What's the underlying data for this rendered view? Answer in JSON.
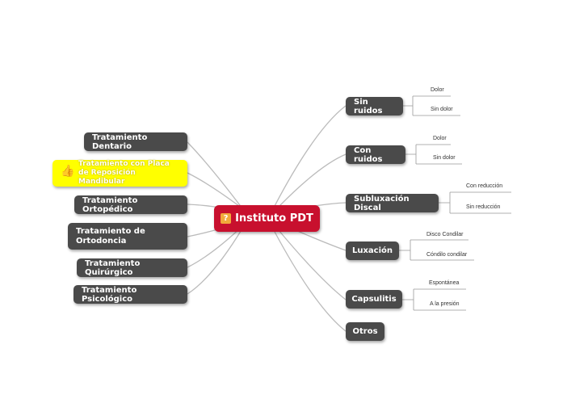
{
  "root": {
    "label": "Instituto PDT",
    "icon": "question-icon",
    "color": "#c8102e"
  },
  "left": [
    {
      "label": "Tratamiento Dentario"
    },
    {
      "label": "Tratamiento con Placa de Reposición Mandibular",
      "highlight": "#ffff00",
      "icon": "thumbs-up-icon"
    },
    {
      "label": "Tratamiento Ortopédico"
    },
    {
      "label": "Tratamiento de Ortodoncia"
    },
    {
      "label": "Tratamiento Quirúrgico"
    },
    {
      "label": "Tratamiento Psicológico"
    }
  ],
  "right": [
    {
      "label": "Sin ruidos",
      "children": [
        "Dolor",
        "Sin dolor"
      ]
    },
    {
      "label": "Con ruidos",
      "children": [
        "Dolor",
        "Sin dolor"
      ]
    },
    {
      "label": "Subluxación Discal",
      "children": [
        "Con reducción",
        "Sin reducción"
      ]
    },
    {
      "label": "Luxación",
      "children": [
        "Disco Condilar",
        "Cóndilo condilar"
      ]
    },
    {
      "label": "Capsulitis",
      "children": [
        "Espontánea",
        "A la presión"
      ]
    },
    {
      "label": "Otros",
      "children": []
    }
  ],
  "colors": {
    "node": "#4a4a4a",
    "line": "#bbbbbb"
  }
}
